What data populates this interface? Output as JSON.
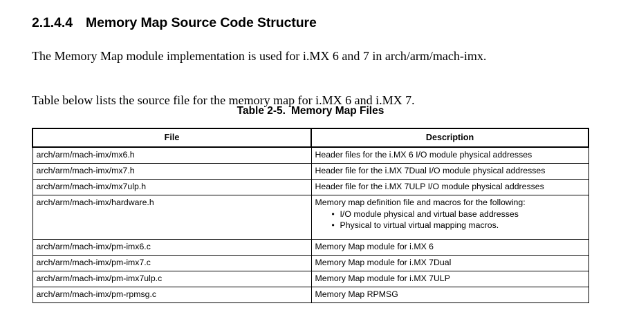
{
  "heading": {
    "number": "2.1.4.4",
    "title": "Memory Map Source Code Structure"
  },
  "paragraphs": {
    "p1": "The Memory Map module implementation is used for i.MX 6 and 7 in arch/arm/mach-imx.",
    "p2": "Table below lists the source file for the memory map for i.MX 6 and i.MX 7."
  },
  "table_caption": {
    "label": "Table 2-5.",
    "title": "Memory Map Files"
  },
  "table": {
    "columns": [
      "File",
      "Description"
    ],
    "rows": [
      {
        "file": "arch/arm/mach-imx/mx6.h",
        "description": "Header files for the i.MX 6 I/O module physical addresses",
        "bullets": []
      },
      {
        "file": "arch/arm/mach-imx/mx7.h",
        "description": "Header file for the i.MX 7Dual I/O module physical addresses",
        "bullets": []
      },
      {
        "file": "arch/arm/mach-imx/mx7ulp.h",
        "description": "Header file for the i.MX 7ULP I/O module physical addresses",
        "bullets": []
      },
      {
        "file": "arch/arm/mach-imx/hardware.h",
        "description": "Memory map definition file and macros for the following:",
        "bullets": [
          "I/O module physical and virtual base addresses",
          "Physical to virtual virtual mapping macros."
        ]
      },
      {
        "file": "arch/arm/mach-imx/pm-imx6.c",
        "description": "Memory Map module for i.MX 6",
        "bullets": []
      },
      {
        "file": "arch/arm/mach-imx/pm-imx7.c",
        "description": "Memory Map module for i.MX 7Dual",
        "bullets": []
      },
      {
        "file": "arch/arm/mach-imx/pm-imx7ulp.c",
        "description": "Memory Map module for i.MX 7ULP",
        "bullets": []
      },
      {
        "file": "arch/arm/mach-imx/pm-rpmsg.c",
        "description": "Memory Map RPMSG",
        "bullets": []
      }
    ]
  },
  "colors": {
    "text": "#000000",
    "background": "#ffffff",
    "border": "#000000"
  }
}
